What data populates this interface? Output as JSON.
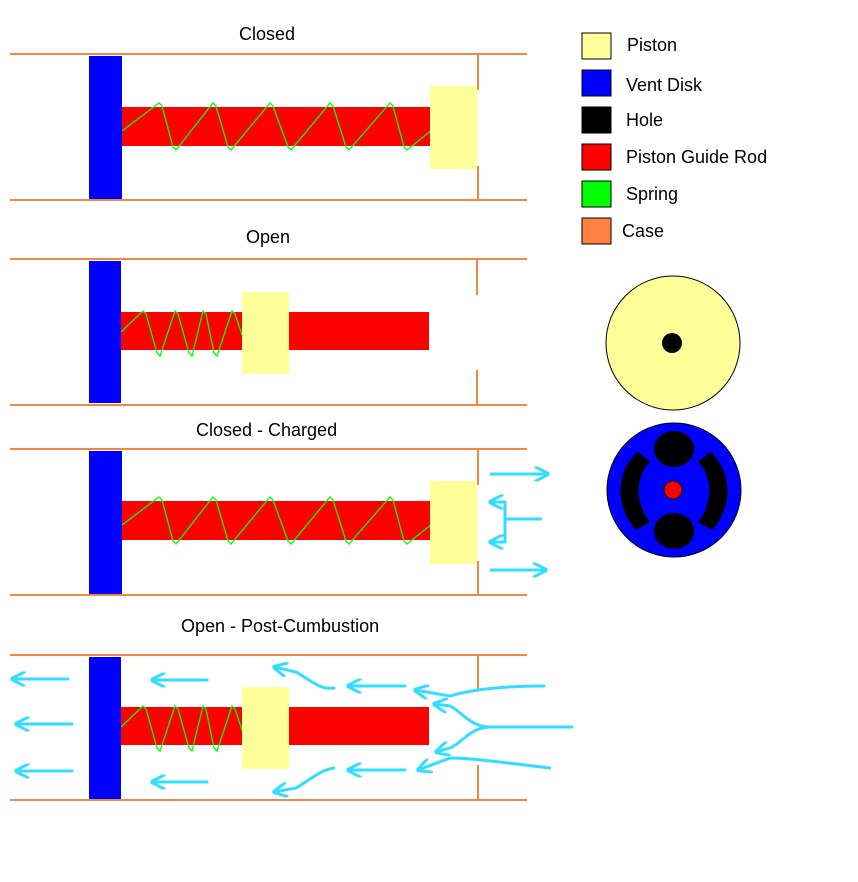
{
  "panels": [
    {
      "title": "Closed"
    },
    {
      "title": "Open"
    },
    {
      "title": "Closed - Charged"
    },
    {
      "title": "Open - Post-Cumbustion"
    }
  ],
  "legend": [
    {
      "label": "Piston",
      "color": "#ffff99"
    },
    {
      "label": "Vent Disk",
      "color": "#0000ff"
    },
    {
      "label": "Hole",
      "color": "#000000"
    },
    {
      "label": "Piston Guide Rod",
      "color": "#ff0000"
    },
    {
      "label": "Spring",
      "color": "#00ff00"
    },
    {
      "label": "Case",
      "color": "#ff8040"
    }
  ],
  "colors": {
    "flow": "#33ddff",
    "case": "#ee8844",
    "edge": "#000000"
  }
}
